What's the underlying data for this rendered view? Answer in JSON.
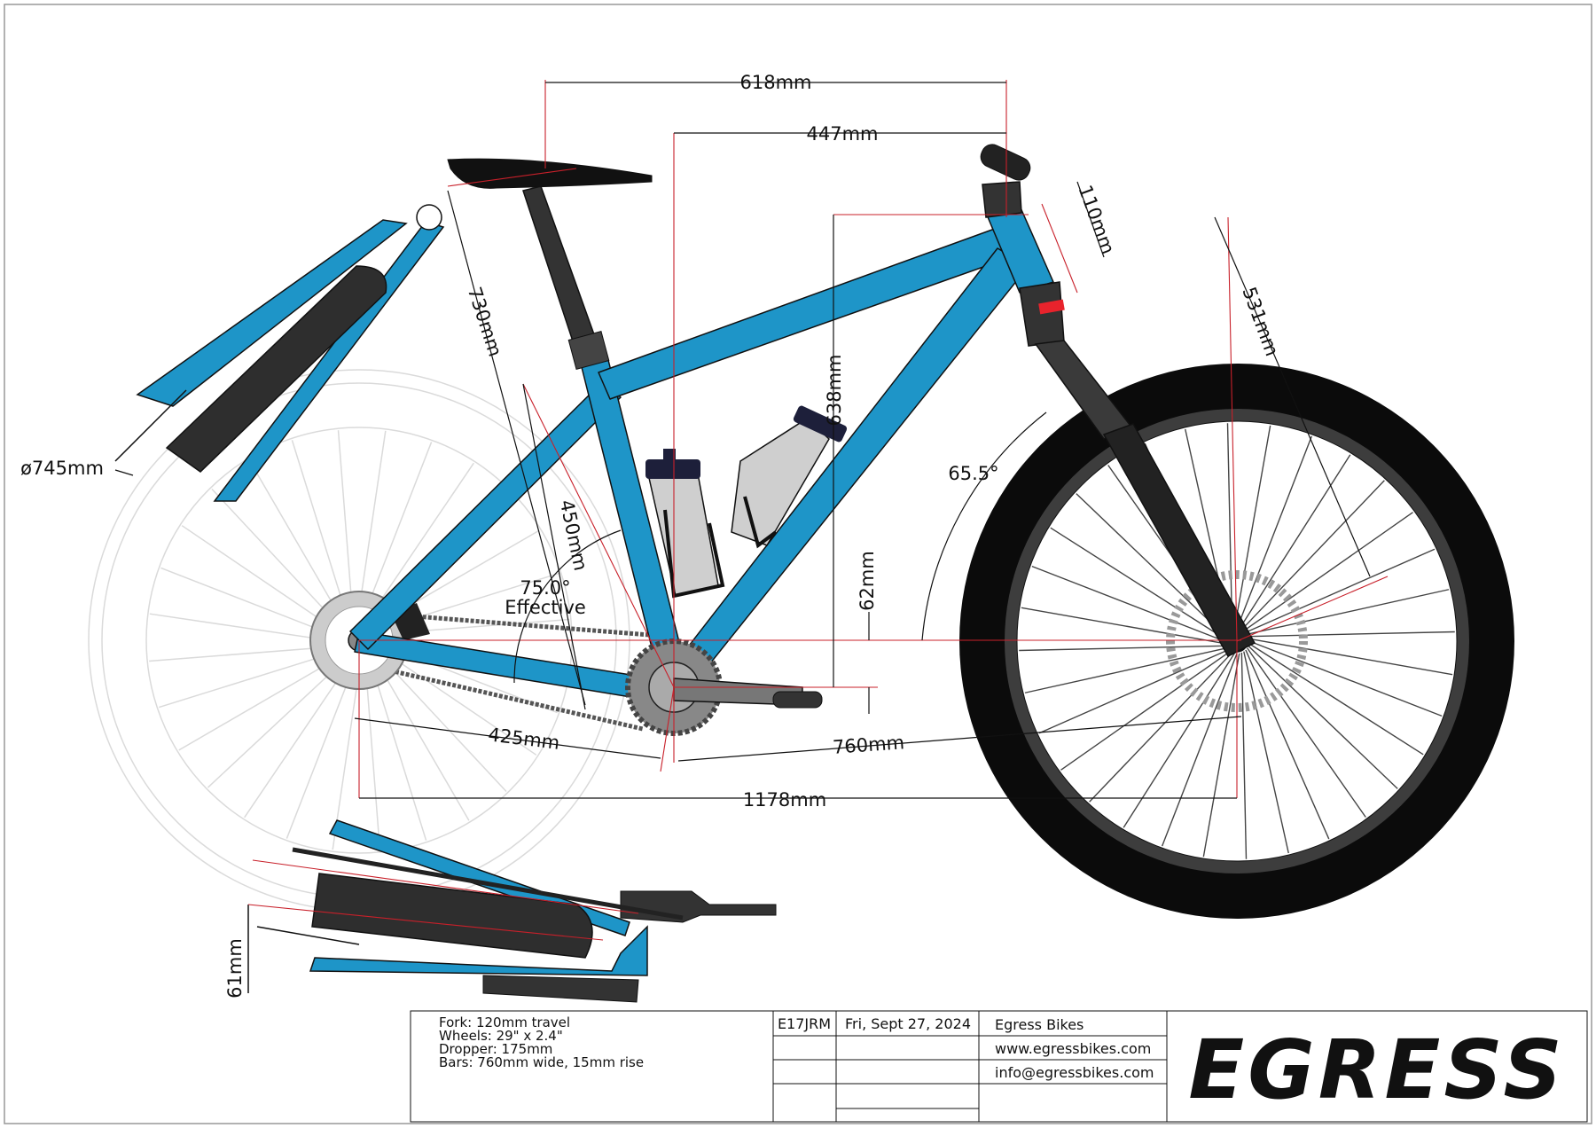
{
  "dimensions": {
    "reach_top": "618mm",
    "reach_447": "447mm",
    "stem_110": "110mm",
    "fork_531": "531mm",
    "seat_730": "730mm",
    "stack_638": "638mm",
    "seat_tube_450": "450mm",
    "bb_drop_62": "62mm",
    "chainstay_425": "425mm",
    "front_center_760": "760mm",
    "wheelbase_1178": "1178mm",
    "wheel_diam_745": "ø745mm",
    "width_61": "61mm"
  },
  "angles": {
    "head": "65.5°",
    "seat_value": "75.0°",
    "seat_label": "Effective"
  },
  "specs": {
    "fork": "Fork: 120mm travel",
    "wheels": "Wheels: 29\" x 2.4\"",
    "dropper": "Dropper: 175mm",
    "bars": "Bars: 760mm wide, 15mm rise"
  },
  "title_block": {
    "model": "E17JRM",
    "date": "Fri, Sept 27, 2024",
    "company": "Egress Bikes",
    "website": "www.egressbikes.com",
    "email": "info@egressbikes.com",
    "brand_logo": "EGRESS"
  },
  "colors": {
    "frame": "#1e95c8",
    "dimension": "#c8202a",
    "tire": "#0b0b0b",
    "component": "#333333"
  }
}
